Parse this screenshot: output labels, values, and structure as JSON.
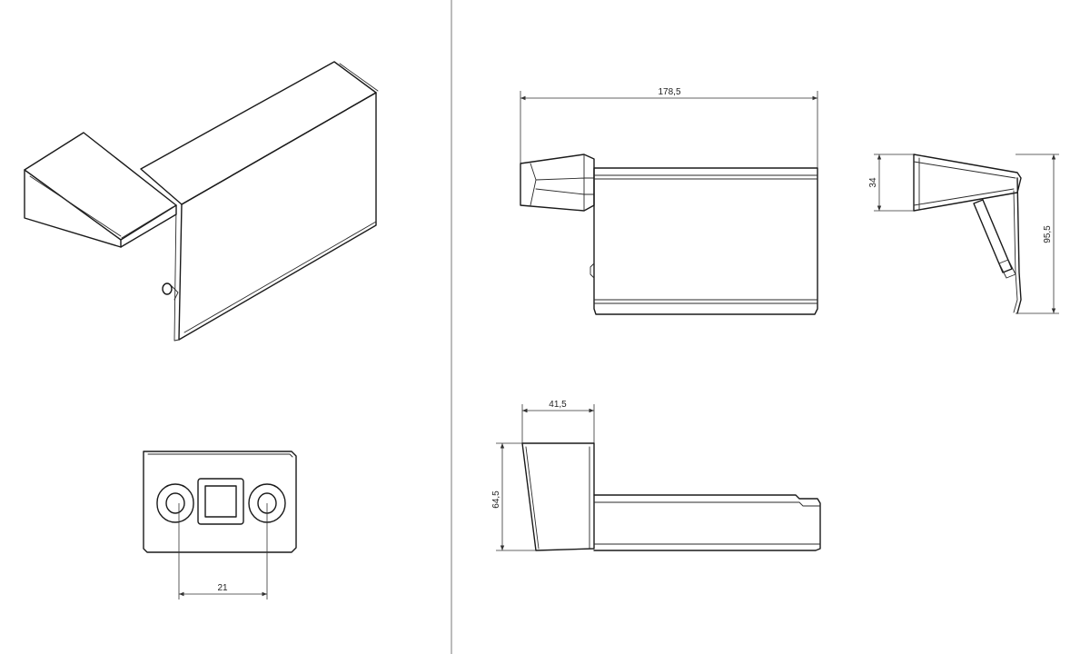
{
  "dimensions": {
    "width": "178,5",
    "side_height": "34",
    "side_total_height": "95,5",
    "top_depth": "41,5",
    "top_height": "64,5",
    "hole_spacing": "21"
  },
  "colors": {
    "line": "#1a1a1a",
    "background": "#ffffff",
    "divider": "#7a7a7a"
  }
}
